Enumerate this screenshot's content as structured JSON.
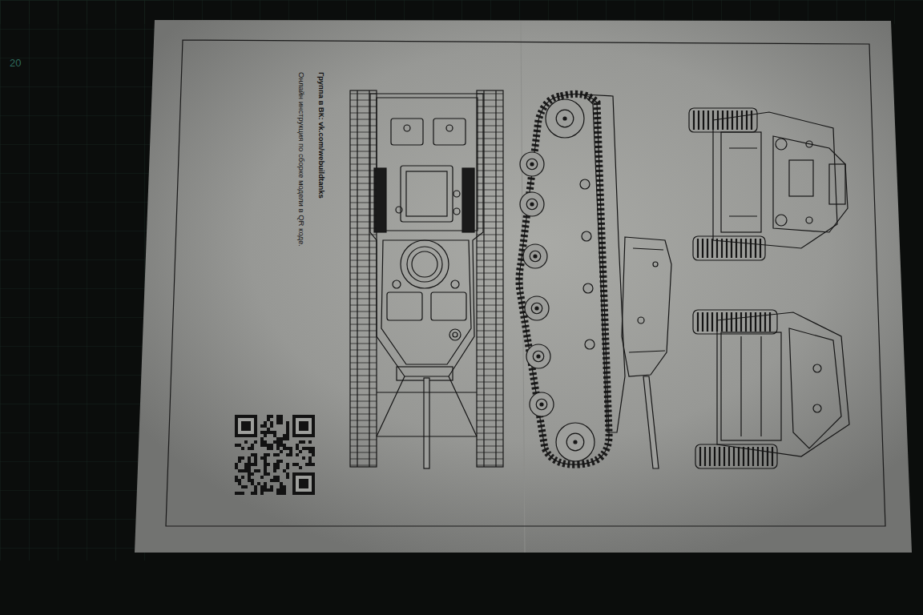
{
  "diagram": {
    "labels": [
      "20",
      "Группа в ВК: vk.com/webuildtanks",
      "Онлайн инструкция по сборке модели в QR коде."
    ]
  }
}
